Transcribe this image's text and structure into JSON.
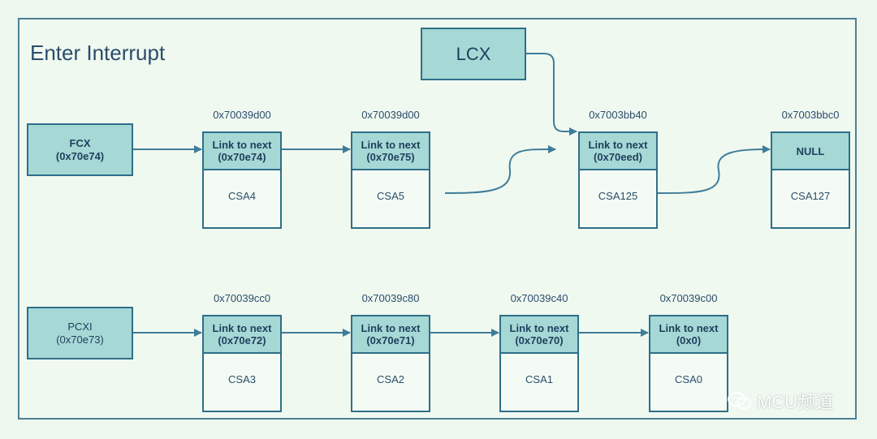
{
  "title": "Enter Interrupt",
  "lcx": {
    "label": "LCX"
  },
  "fcx": {
    "line1": "FCX",
    "line2": "(0x70e74)"
  },
  "pcxi": {
    "line1": "PCXI",
    "line2": "(0x70e73)"
  },
  "top_row": [
    {
      "address": "0x70039d00",
      "link_line1": "Link to next",
      "link_line2": "(0x70e74)",
      "name": "CSA4"
    },
    {
      "address": "0x70039d00",
      "link_line1": "Link to next",
      "link_line2": "(0x70e75)",
      "name": "CSA5"
    },
    {
      "address": "0x7003bb40",
      "link_line1": "Link to next",
      "link_line2": "(0x70eed)",
      "name": "CSA125"
    },
    {
      "address": "0x7003bbc0",
      "link_line1": "NULL",
      "link_line2": "",
      "name": "CSA127"
    }
  ],
  "bottom_row": [
    {
      "address": "0x70039cc0",
      "link_line1": "Link to next",
      "link_line2": "(0x70e72)",
      "name": "CSA3"
    },
    {
      "address": "0x70039c80",
      "link_line1": "Link to next",
      "link_line2": "(0x70e71)",
      "name": "CSA2"
    },
    {
      "address": "0x70039c40",
      "link_line1": "Link to next",
      "link_line2": "(0x70e70)",
      "name": "CSA1"
    },
    {
      "address": "0x70039c00",
      "link_line1": "Link to next",
      "link_line2": "(0x0)",
      "name": "CSA0"
    }
  ],
  "watermark": "MCU频道",
  "colors": {
    "box_fill": "#a6d8d6",
    "stroke": "#2e6f88",
    "arrow": "#3f7c99",
    "background": "#edf7ed"
  }
}
